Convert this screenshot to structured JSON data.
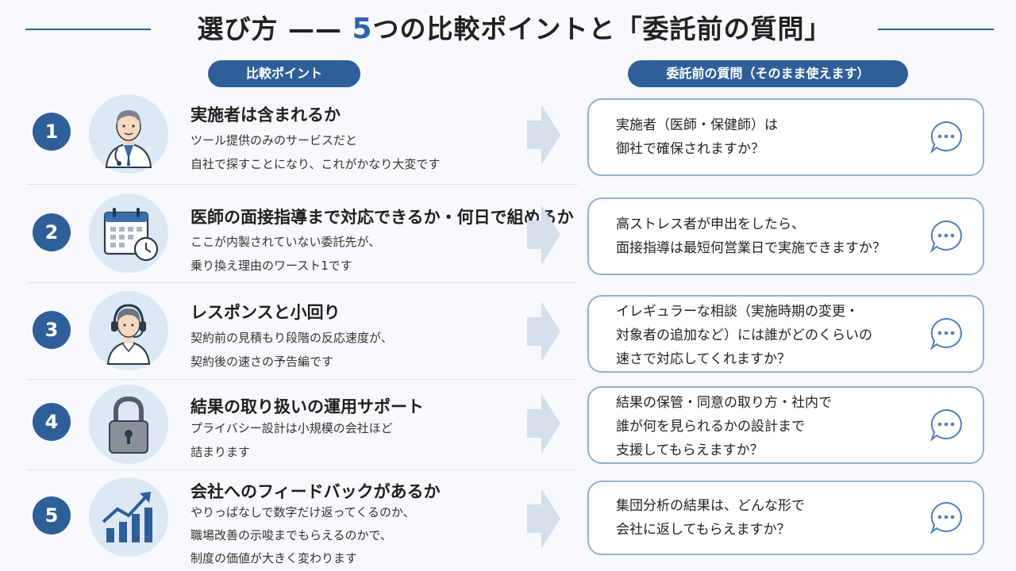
{
  "title": {
    "prefix": "選び方 —— ",
    "accent": "5",
    "suffix": "つの比較ポイントと「委託前の質問」"
  },
  "labels": {
    "left": "比較ポイント",
    "right": "委託前の質問（そのまま使えます）"
  },
  "items": [
    {
      "number": "1",
      "icon": "doctor-icon",
      "heading": "実施者は含まれるか",
      "desc": [
        "ツール提供のみのサービスだと",
        "自社で探すことになり、これがかなり大変です"
      ],
      "question": [
        "実施者（医師・保健師）は",
        "御社で確保されますか？"
      ]
    },
    {
      "number": "2",
      "icon": "calendar-clock-icon",
      "heading": "医師の面接指導まで対応できるか・何日で組めるか",
      "desc": [
        "ここが内製されていない委託先が、",
        "乗り換え理由のワースト1です"
      ],
      "question": [
        "高ストレス者が申出をしたら、",
        "面接指導は最短何営業日で実施できますか？"
      ]
    },
    {
      "number": "3",
      "icon": "operator-headset-icon",
      "heading": "レスポンスと小回り",
      "desc": [
        "契約前の見積もり段階の反応速度が、",
        "契約後の速さの予告編です"
      ],
      "question": [
        "イレギュラーな相談（実施時期の変更・",
        "対象者の追加など）には誰がどのくらいの",
        "速さで対応してくれますか？"
      ]
    },
    {
      "number": "4",
      "icon": "padlock-icon",
      "heading": "結果の取り扱いの運用サポート",
      "desc": [
        "プライバシー設計は小規模の会社ほど",
        "詰まります"
      ],
      "question": [
        "結果の保管・同意の取り方・社内で",
        "誰が何を見られるかの設計まで",
        "支援してもらえますか？"
      ]
    },
    {
      "number": "5",
      "icon": "growth-chart-icon",
      "heading": "会社へのフィードバックがあるか",
      "desc": [
        "やりっぱなしで数字だけ返ってくるのか、",
        "職場改善の示唆までもらえるのかで、",
        "制度の価値が大きく変わります"
      ],
      "question": [
        "集団分析の結果は、どんな形で",
        "会社に返してもらえますか？"
      ]
    }
  ]
}
